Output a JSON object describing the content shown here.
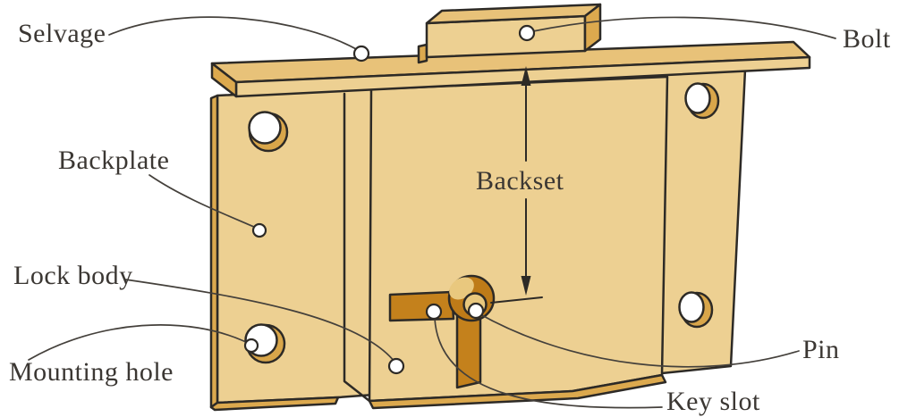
{
  "labels": {
    "selvage": "Selvage",
    "bolt": "Bolt",
    "backplate": "Backplate",
    "backset": "Backset",
    "lock_body": "Lock body",
    "mounting_hole": "Mounting hole",
    "pin": "Pin",
    "key_slot": "Key slot"
  },
  "colors": {
    "brass_face": "#EDD092",
    "brass_top": "#E8C279",
    "brass_side": "#DCA94E",
    "hole_rim": "#D9A64A",
    "key_slot_orange": "#C4811C",
    "pin_collar": "#BE7B18",
    "pin_face": "#E9C87E",
    "outline": "#2D2A26",
    "leader_line": "#44403B",
    "label_text": "#3B3733",
    "background": "#FFFFFF"
  }
}
